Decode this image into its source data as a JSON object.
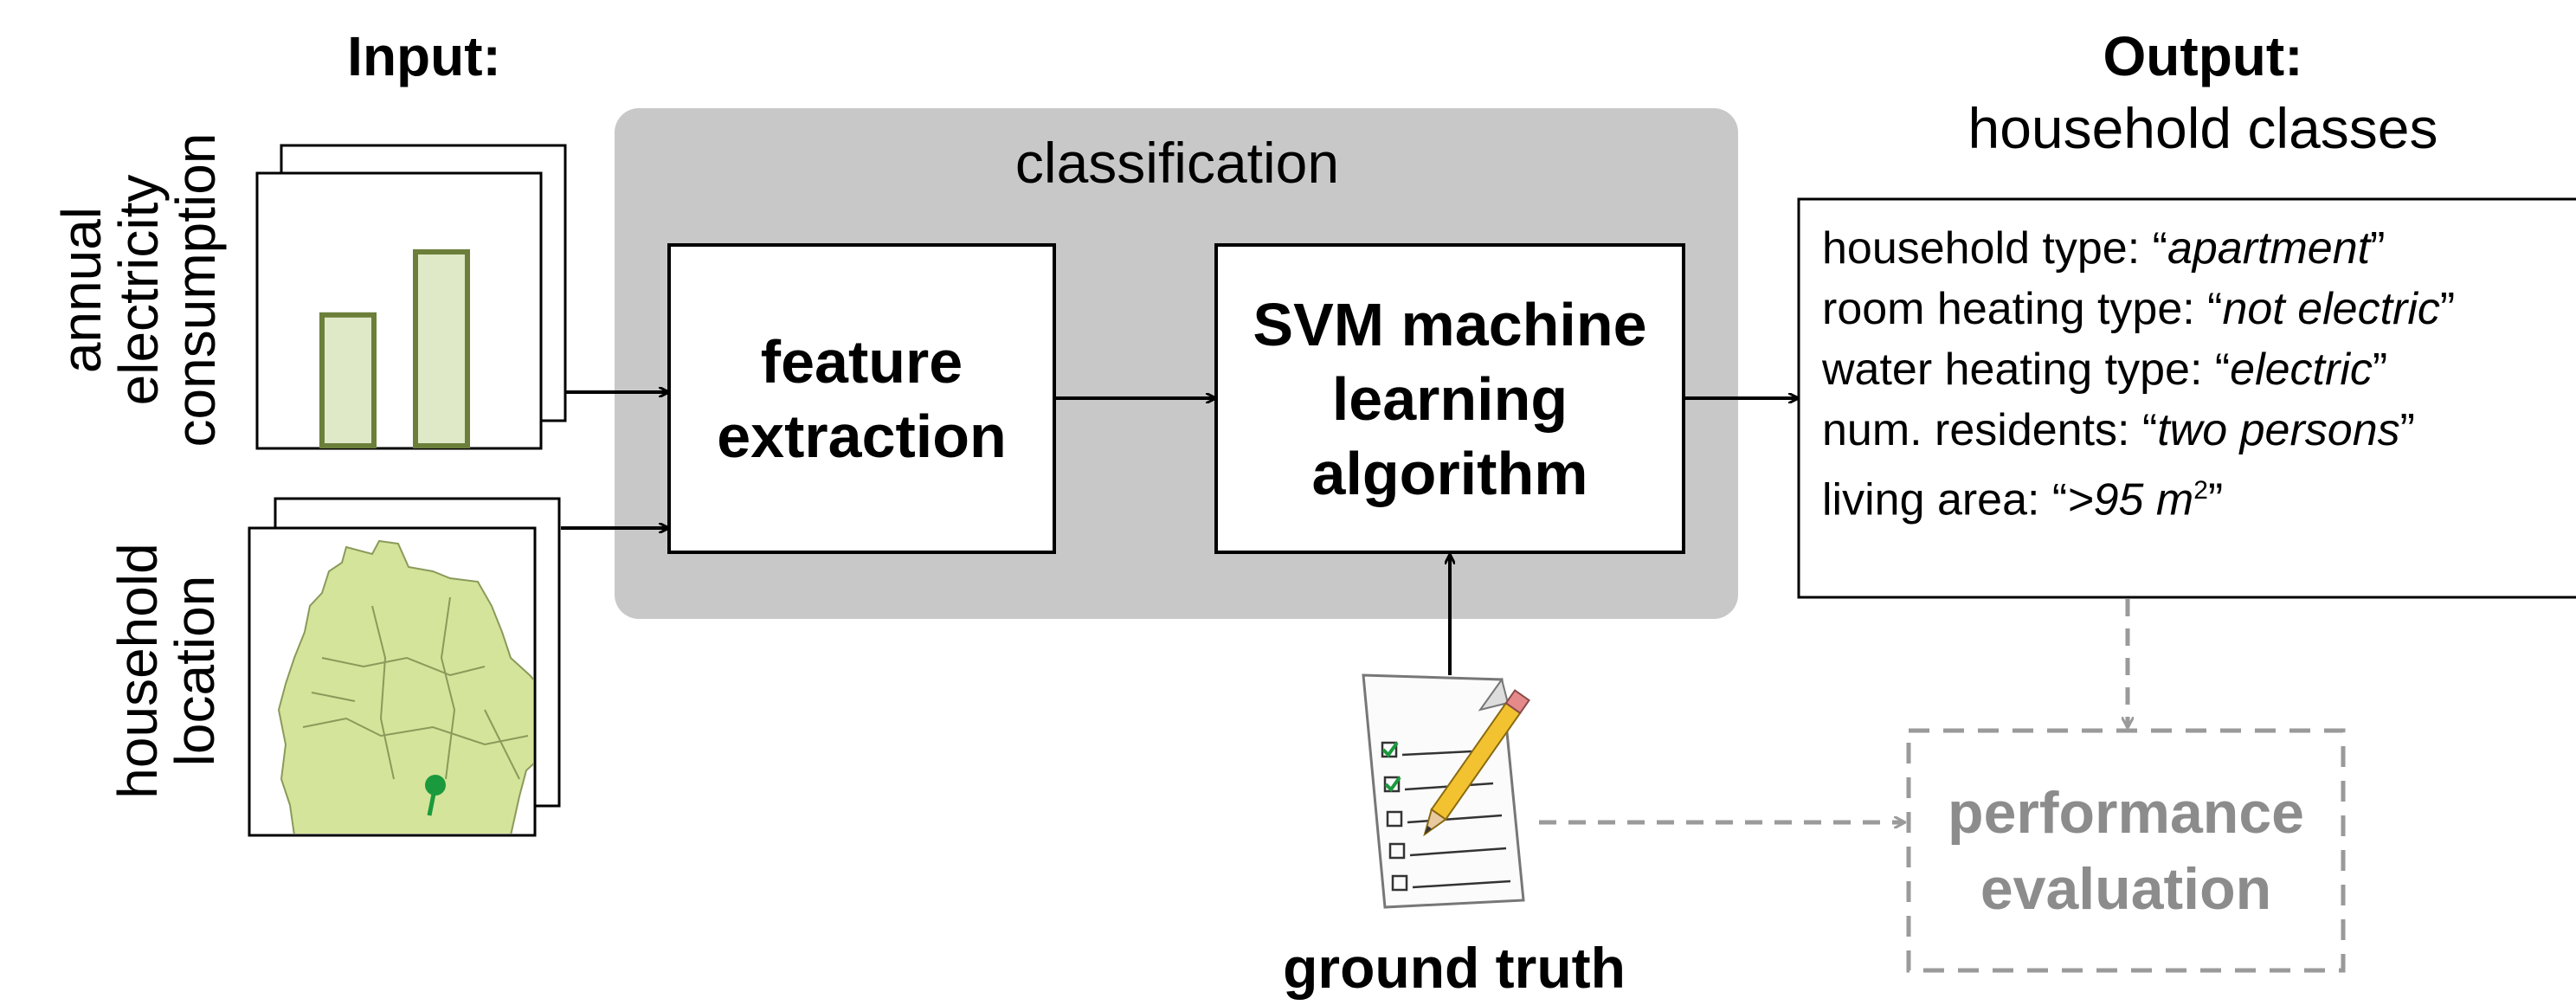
{
  "input": {
    "title": "Input:",
    "electricity_label": [
      "annual",
      "electricity",
      "consumption"
    ],
    "location_label": [
      "household",
      "location"
    ]
  },
  "classification": {
    "title": "classification",
    "feature_box": [
      "feature",
      "extraction"
    ],
    "svm_box": [
      "SVM machine",
      "learning",
      "algorithm"
    ]
  },
  "output": {
    "title": "Output:",
    "subtitle": "household classes",
    "lines": [
      {
        "label": "household type: “",
        "value": "apartment",
        "end": "”"
      },
      {
        "label": "room heating type: “",
        "value": "not electric",
        "end": "”"
      },
      {
        "label": "water heating type: “",
        "value": "electric",
        "end": "”"
      },
      {
        "label": "num. residents: “",
        "value": "two persons",
        "end": "”"
      },
      {
        "label": "living area: “",
        "value": ">95 m",
        "sup": "2",
        "end": "”"
      }
    ]
  },
  "ground_truth": {
    "label": "ground truth"
  },
  "evaluation": {
    "label": [
      "performance",
      "evaluation"
    ]
  },
  "bar_chart": {
    "values": [
      0.54,
      0.8
    ]
  },
  "colors": {
    "panel": "#c8c8c8",
    "bar_fill": "#dfe9c8",
    "bar_stroke": "#6b7f3a",
    "map_fill": "#d4e49a",
    "pin": "#1a9a3c",
    "dashed": "#9a9a9a"
  }
}
